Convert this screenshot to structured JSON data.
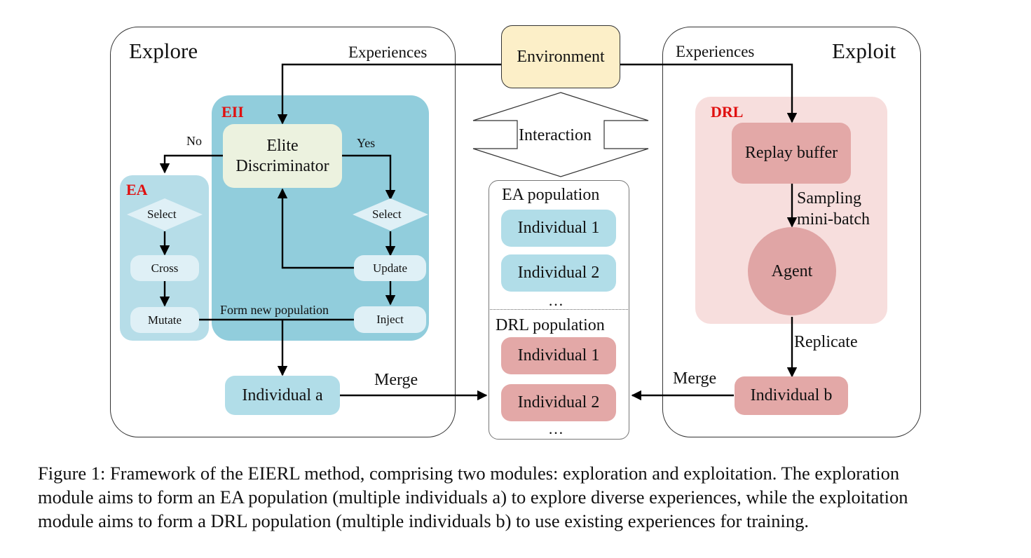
{
  "explore": {
    "title": "Explore",
    "experiences": "Experiences",
    "eii": {
      "tag": "EII",
      "discriminator": "Elite\nDiscriminator",
      "no": "No",
      "yes": "Yes",
      "select": "Select",
      "update": "Update",
      "inject": "Inject"
    },
    "ea": {
      "tag": "EA",
      "select": "Select",
      "cross": "Cross",
      "mutate": "Mutate"
    },
    "form_new_population": "Form new population",
    "individual_a": "Individual a",
    "merge": "Merge"
  },
  "center": {
    "environment": "Environment",
    "interaction": "Interaction",
    "ea_population": {
      "title": "EA population",
      "items": [
        "Individual 1",
        "Individual 2"
      ],
      "ellipsis": "…"
    },
    "drl_population": {
      "title": "DRL population",
      "items": [
        "Individual 1",
        "Individual 2"
      ],
      "ellipsis": "…"
    }
  },
  "exploit": {
    "title": "Exploit",
    "experiences": "Experiences",
    "drl": {
      "tag": "DRL",
      "replay_buffer": "Replay buffer",
      "sampling": "Sampling\nmini-batch",
      "agent": "Agent"
    },
    "replicate": "Replicate",
    "individual_b": "Individual b",
    "merge": "Merge"
  },
  "caption": [
    "Figure 1: Framework of the EIERL method, comprising two modules: exploration and exploitation. The exploration",
    "module aims to form an EA population (multiple individuals a) to explore diverse experiences, while the exploitation",
    "module aims to form a DRL population (multiple individuals b) to use existing experiences for training."
  ],
  "colors": {
    "environment_fill": "#fcefc8",
    "eii_fill": "#91cddc",
    "ea_fill": "#b6dde8",
    "ea_item_fill": "#dff0f6",
    "discriminator_fill": "#ecf2df",
    "drl_fill": "#f7dedd",
    "drl_item_fill": "#e3a8a7",
    "agent_fill": "#e0a5a5",
    "blue_item_fill": "#b1dde8",
    "tag_red": "#e01010"
  }
}
